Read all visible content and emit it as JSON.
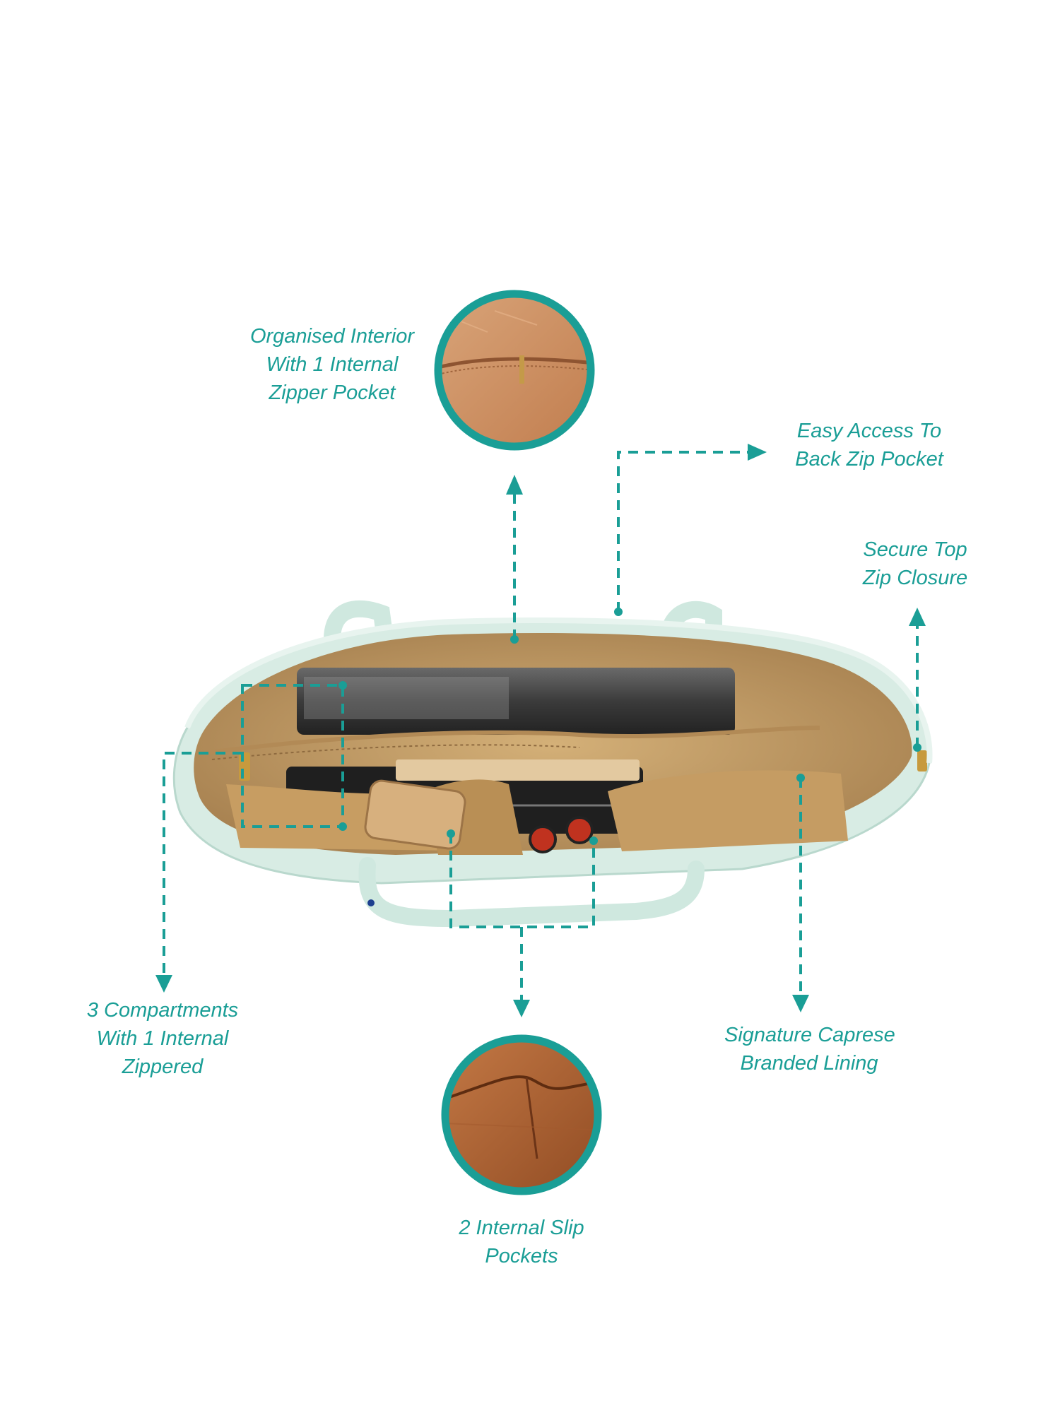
{
  "colors": {
    "accent": "#1a9e96",
    "bag_leather": "#d8ece4",
    "lining_tan": "#c9a46c",
    "lining_brown": "#b8673a"
  },
  "callouts": {
    "organised_interior": [
      "Organised Interior",
      "With 1 Internal",
      "Zipper Pocket"
    ],
    "back_zip_pocket": [
      "Easy Access To",
      "Back Zip Pocket"
    ],
    "top_zip_closure": [
      "Secure Top",
      "Zip Closure"
    ],
    "compartments": [
      "3 Compartments",
      "With 1 Internal",
      "Zippered"
    ],
    "branded_lining": [
      "Signature Caprese",
      "Branded Lining"
    ],
    "slip_pockets": [
      "2 Internal Slip",
      "Pockets"
    ]
  },
  "images": {
    "bag": "tote-bag-open-top-view",
    "detail_top": "internal-zipper-pocket-closeup",
    "detail_bottom": "internal-slip-pocket-closeup"
  }
}
